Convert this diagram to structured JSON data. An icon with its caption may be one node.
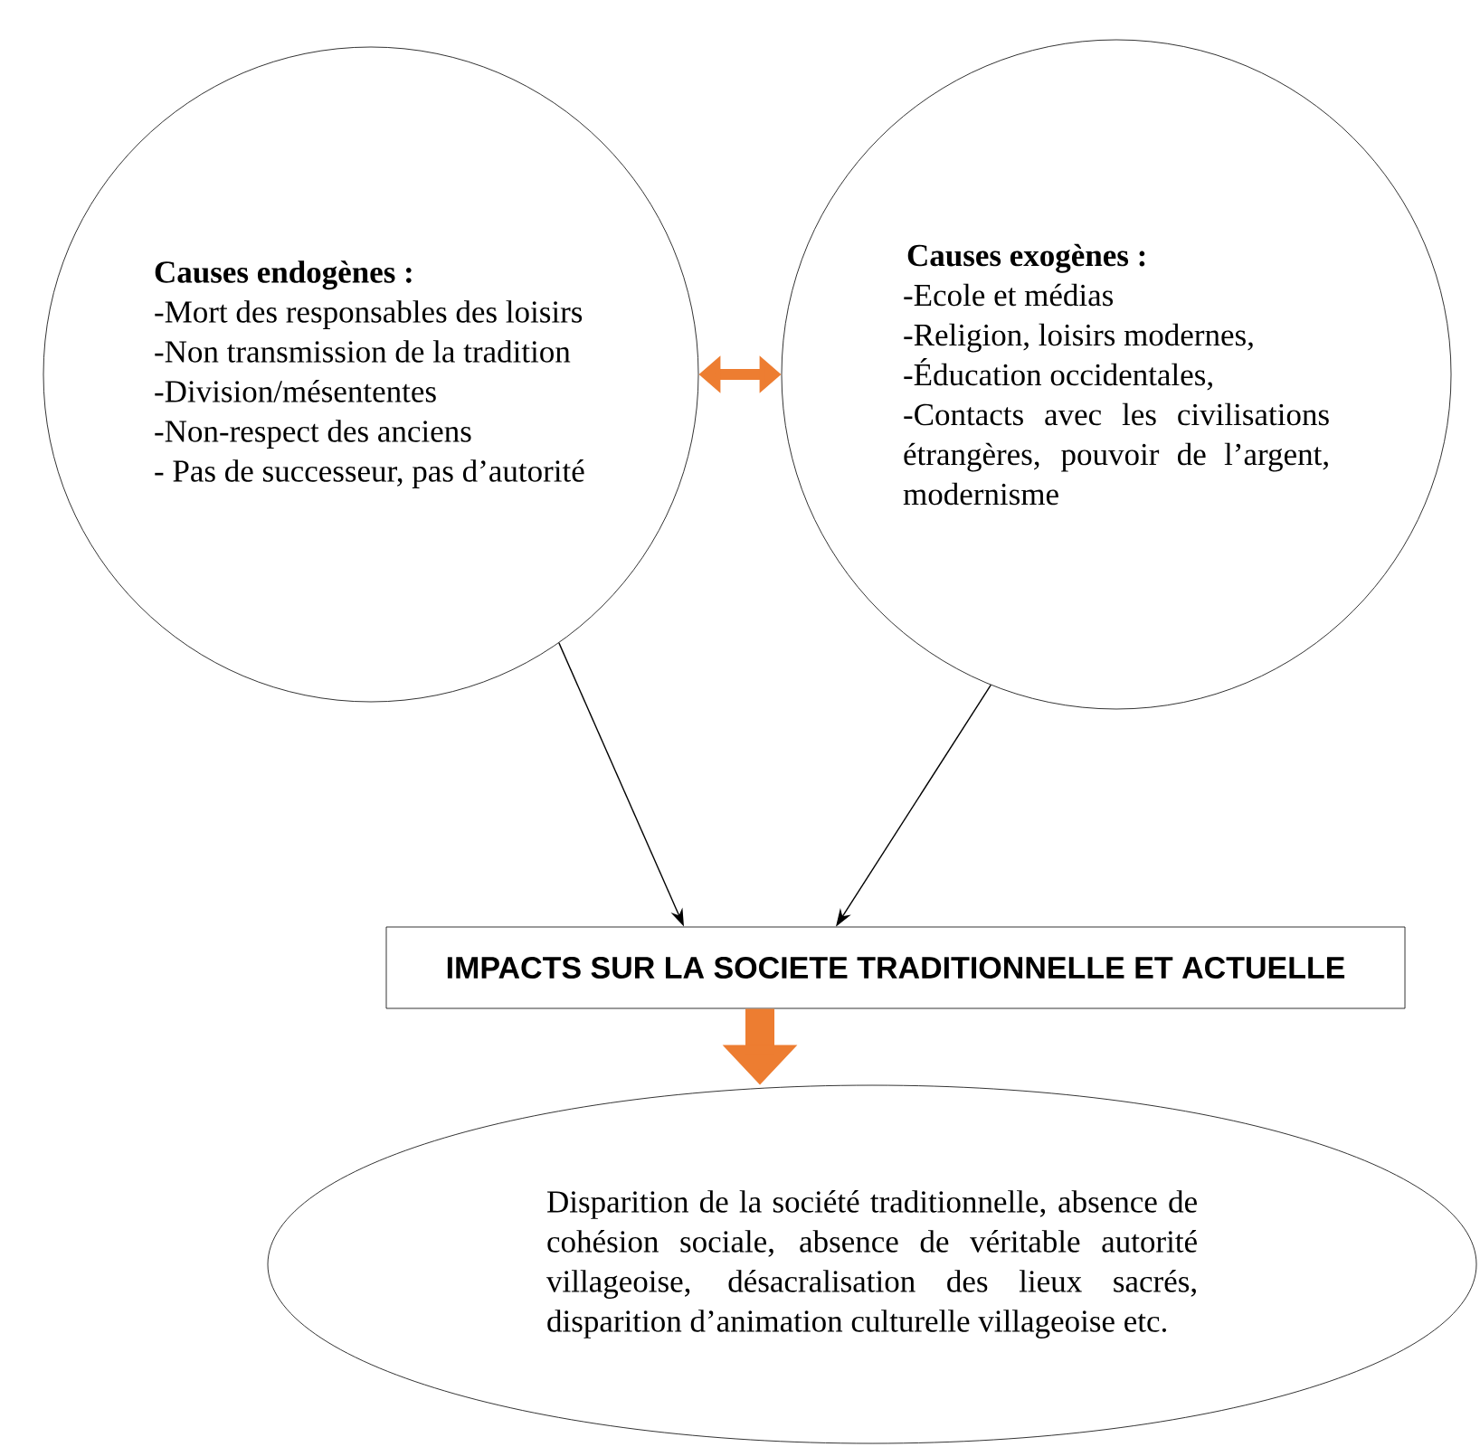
{
  "diagram": {
    "nodes": [
      {
        "text": [
          "Causes endogènes :",
          "-Mort des responsables des loisirs",
          "-Non transmission de la tradition",
          "-Division/mésententes",
          "-Non-respect des anciens",
          "- Pas de successeur, pas d’autorité"
        ]
      },
      {
        "text": [
          "Causes exogènes :",
          "-Ecole et médias",
          "-Religion, loisirs modernes,",
          "-Éducation occidentales,",
          "-Contacts avec les civilisations étrangères, pouvoir de l’argent, modernisme"
        ]
      },
      {
        "text": [
          "IMPACTS SUR LA SOCIETE TRADITIONNELLE ET ACTUELLE"
        ]
      },
      {
        "text": [
          "Disparition de la société traditionnelle, absence de cohésion sociale, absence de véritable autorité villageoise, désacralisation des lieux sacrés, disparition d’animation culturelle villageoise etc."
        ]
      }
    ],
    "edges": [
      {
        "from": 0,
        "to": 1,
        "arrow": "both",
        "style": "thick",
        "color": "#ed7d31"
      },
      {
        "from": 0,
        "to": 2,
        "arrow": "to",
        "color": "#000000"
      },
      {
        "from": 1,
        "to": 2,
        "arrow": "to",
        "color": "#000000"
      },
      {
        "from": 2,
        "to": 3,
        "arrow": "to",
        "style": "thick",
        "color": "#ed7d31"
      }
    ]
  }
}
